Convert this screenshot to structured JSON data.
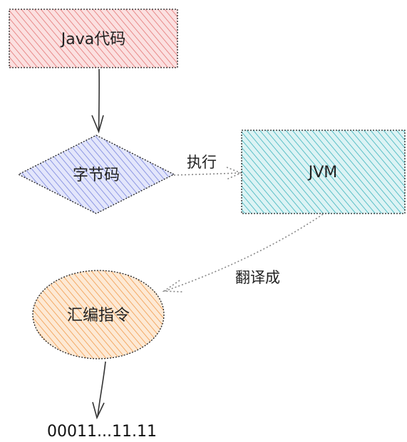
{
  "nodes": {
    "java_code": {
      "label": "Java代码",
      "shape": "rectangle",
      "fill": "#f7c3c3",
      "hatch": "#e57b7b"
    },
    "bytecode": {
      "label": "字节码",
      "shape": "diamond",
      "fill": "#c9cff5",
      "hatch": "#7f8ce0"
    },
    "jvm": {
      "label": "JVM",
      "shape": "rectangle",
      "fill": "#bfe7ea",
      "hatch": "#4fbac3"
    },
    "assembly": {
      "label": "汇编指令",
      "shape": "ellipse",
      "fill": "#fbd7b3",
      "hatch": "#f2a45e"
    }
  },
  "edges": {
    "execute": {
      "label": "执行",
      "style": "dotted"
    },
    "translate": {
      "label": "翻译成",
      "style": "dotted"
    }
  },
  "output": {
    "label": "00011...11.11"
  },
  "colors": {
    "stroke": "#222222",
    "dotted_edge": "#888888"
  }
}
